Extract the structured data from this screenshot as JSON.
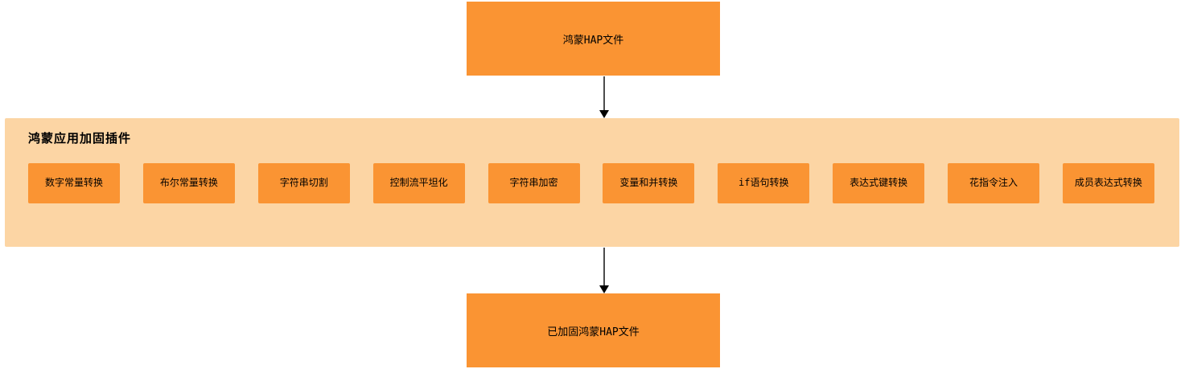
{
  "diagram": {
    "input_box": {
      "label": "鸿蒙HAP文件"
    },
    "output_box": {
      "label": "已加固鸿蒙HAP文件"
    },
    "plugin_group": {
      "title": "鸿蒙应用加固插件",
      "plugins": [
        {
          "label": "数字常量转换"
        },
        {
          "label": "布尔常量转换"
        },
        {
          "label": "字符串切割"
        },
        {
          "label": "控制流平坦化"
        },
        {
          "label": "字符串加密"
        },
        {
          "label": "变量和并转换"
        },
        {
          "label": "if语句转换"
        },
        {
          "label": "表达式键转换"
        },
        {
          "label": "花指令注入"
        },
        {
          "label": "成员表达式转换"
        }
      ]
    },
    "colors": {
      "node_fill": "#FA9433",
      "group_fill": "#FCD5A4",
      "arrow_line": "#4D4D4D",
      "arrow_head": "#000000",
      "text": "#000000",
      "background": "#FFFFFF"
    }
  }
}
